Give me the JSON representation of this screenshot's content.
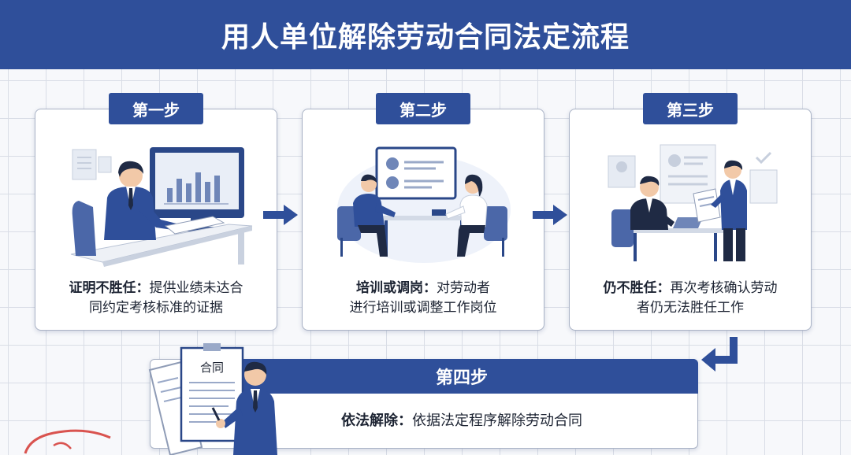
{
  "title": "用人单位解除劳动合同法定流程",
  "steps": [
    {
      "tag": "第一步",
      "label": "证明不胜任：",
      "line1_rest": "提供业绩未达合",
      "line2": "同约定考核标准的证据"
    },
    {
      "tag": "第二步",
      "label": "培训或调岗：",
      "line1_rest": "对劳动者",
      "line2": "进行培训或调整工作岗位"
    },
    {
      "tag": "第三步",
      "label": "仍不胜任：",
      "line1_rest": "再次考核确认劳动",
      "line2": "者仍无法胜任工作"
    }
  ],
  "step4": {
    "tag": "第四步",
    "label": "依法解除：",
    "text": "依据法定程序解除劳动合同"
  },
  "contract_label": "合同",
  "colors": {
    "primary": "#2f4f9a",
    "card_bg": "#ffffff",
    "text": "#1d2433"
  }
}
